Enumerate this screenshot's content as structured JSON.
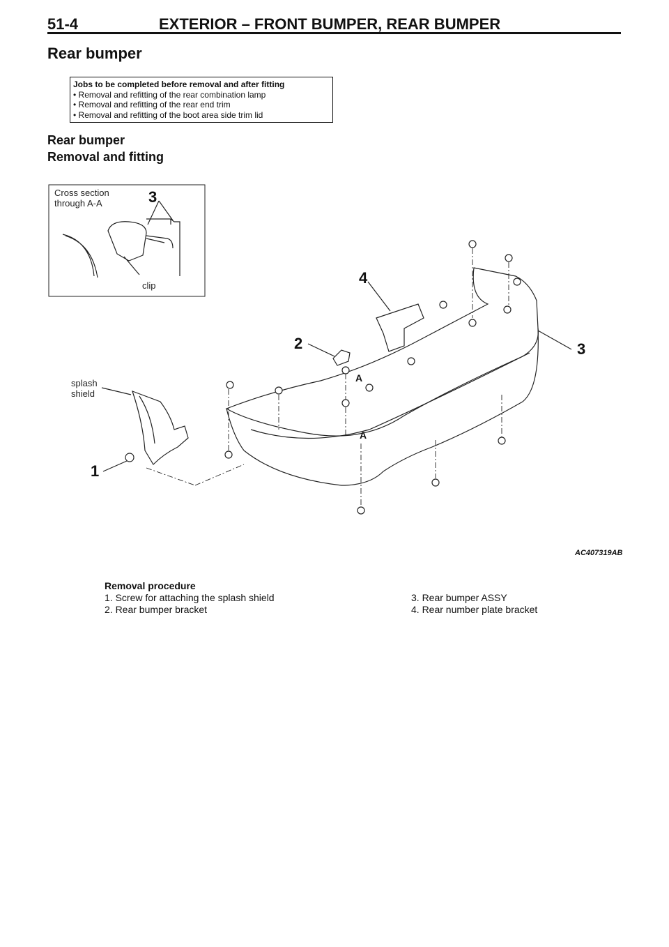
{
  "header": {
    "page_number": "51-4",
    "title": "EXTERIOR – FRONT BUMPER, REAR BUMPER"
  },
  "section_title": "Rear bumper",
  "jobs_box": {
    "heading": "Jobs to be completed before removal and after fitting",
    "items": [
      "• Removal and refitting of the rear combination lamp",
      "• Removal and refitting of the rear end trim",
      "• Removal and refitting of the boot area side trim lid"
    ]
  },
  "subtitle": {
    "line1": "Rear bumper",
    "line2": "Removal and fitting"
  },
  "diagram": {
    "inset_label_line1": "Cross section",
    "inset_label_line2": "through A-A",
    "inset_callout": "3",
    "inset_clip_label": "clip",
    "splash_label_line1": "splash",
    "splash_label_line2": "shield",
    "callouts": [
      "1",
      "2",
      "3",
      "4"
    ],
    "section_marker": "A",
    "reference_code": "AC407319AB"
  },
  "procedure": {
    "heading": "Removal procedure",
    "items": [
      "1.  Screw for attaching the splash shield",
      "2.  Rear bumper bracket",
      "3.  Rear bumper ASSY",
      "4.  Rear number plate bracket"
    ]
  },
  "colors": {
    "text": "#111111",
    "background": "#ffffff"
  }
}
